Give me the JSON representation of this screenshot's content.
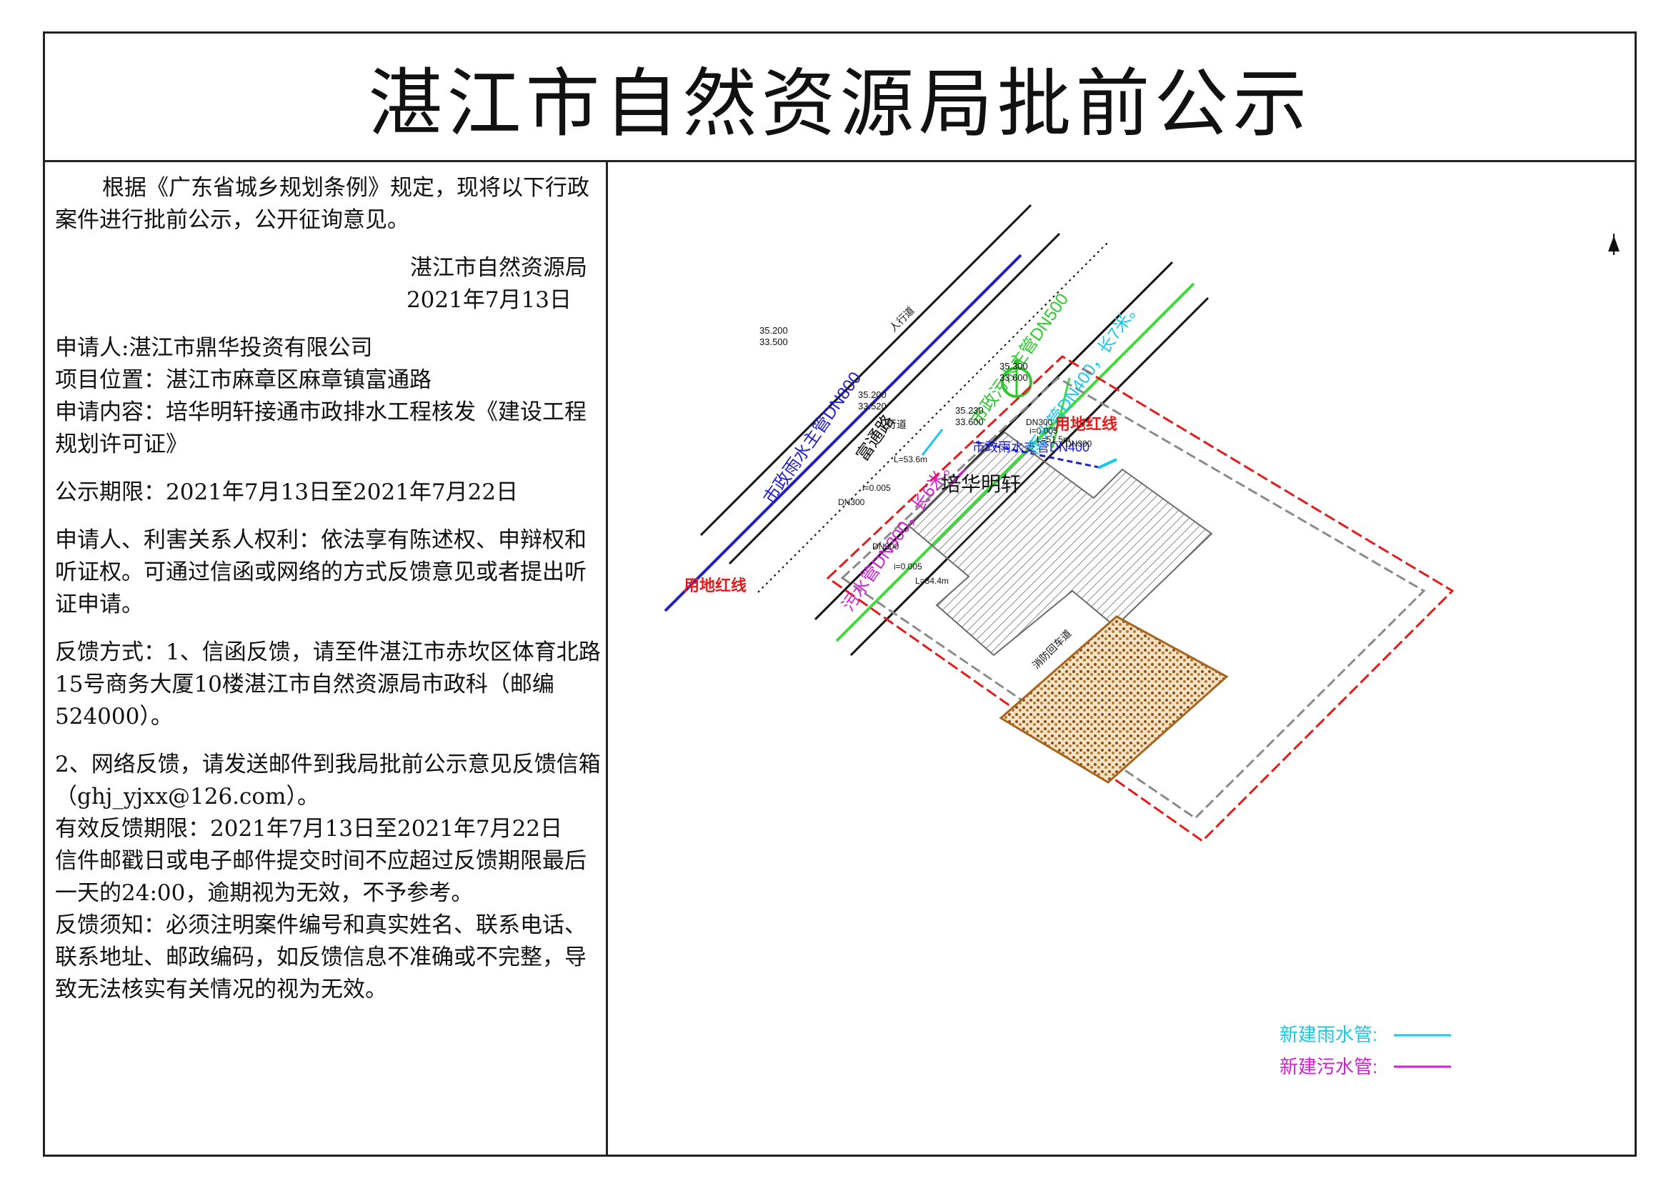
{
  "title": "湛江市自然资源局批前公示",
  "notice": {
    "intro": "根据《广东省城乡规划条例》规定，现将以下行政案件进行批前公示，公开征询意见。",
    "issuer": "湛江市自然资源局",
    "issue_date": "2021年7月13日",
    "applicant": "申请人:湛江市鼎华投资有限公司",
    "location": "项目位置：湛江市麻章区麻章镇富通路",
    "content": "申请内容：培华明轩接通市政排水工程核发《建设工程规划许可证》",
    "period": "公示期限：2021年7月13日至2021年7月22日",
    "rights": "申请人、利害关系人权利：依法享有陈述权、申辩权和听证权。可通过信函或网络的方式反馈意见或者提出听证申请。",
    "feedback_mail": "反馈方式：1、信函反馈，请至件湛江市赤坎区体育北路15号商务大厦10楼湛江市自然资源局市政科（邮编524000）。",
    "feedback_email": "2、网络反馈，请发送邮件到我局批前公示意见反馈信箱（ghj_yjxx@126.com）。",
    "valid_period": "有效反馈期限：2021年7月13日至2021年7月22日",
    "deadline_note": "信件邮戳日或电子邮件提交时间不应超过反馈期限最后一天的24:00，逾期视为无效，不予参考。",
    "requirements": "反馈须知：必须注明案件编号和真实姓名、联系电话、联系地址、邮政编码，如反馈信息不准确或不完整，导致无法核实有关情况的视为无效。"
  },
  "drawing": {
    "labels": {
      "municipal_rain_main": "市政雨水主管DN800",
      "road_name": "富通路",
      "municipal_rain_branch": "市政雨水支管DN400",
      "municipal_sewer_main": "市政污水主管DN500",
      "rain_pipe": "雨水管DN400，长7米。",
      "sewer_pipe": "污水管DN300，长6米。",
      "sidewalk_top": "人行道",
      "sidewalk_mid": "人行道",
      "red_line_top": "用地红线",
      "red_line_bottom": "用地红线",
      "building_name": "培华明轩",
      "fire_lane": "消防回车道",
      "elev_a1": "35.200",
      "elev_a2": "33.500",
      "elev_b1": "35.300",
      "elev_b2": "33.600",
      "elev_c1": "35.200",
      "elev_c2": "33.520",
      "elev_d1": "35.230",
      "elev_d2": "33.600",
      "dn_a": "DN300",
      "dn_b": "DN300",
      "dn_c": "DN300",
      "dn_d": "DN300",
      "slope_a": "i=0.005",
      "slope_b": "i=0.005",
      "slope_c": "i=0.005",
      "len_a": "L=51.5m",
      "len_b": "L=53.6m",
      "len_c": "L=34.4m"
    },
    "legend": {
      "rain": "新建雨水管:",
      "sewer": "新建污水管:"
    },
    "colors": {
      "rain_main": "#1e1ecc",
      "rain_new": "#19c8e6",
      "sewer_new": "#d21ed2",
      "sewer_main": "#2ec82e",
      "red_line": "#e31b1b",
      "green_pipe": "#3cdc3c",
      "hatch": "#8a8a8a",
      "lawn": "#a8641e"
    },
    "icons": [
      "north-arrow-icon",
      "compass-circle-icon"
    ]
  }
}
